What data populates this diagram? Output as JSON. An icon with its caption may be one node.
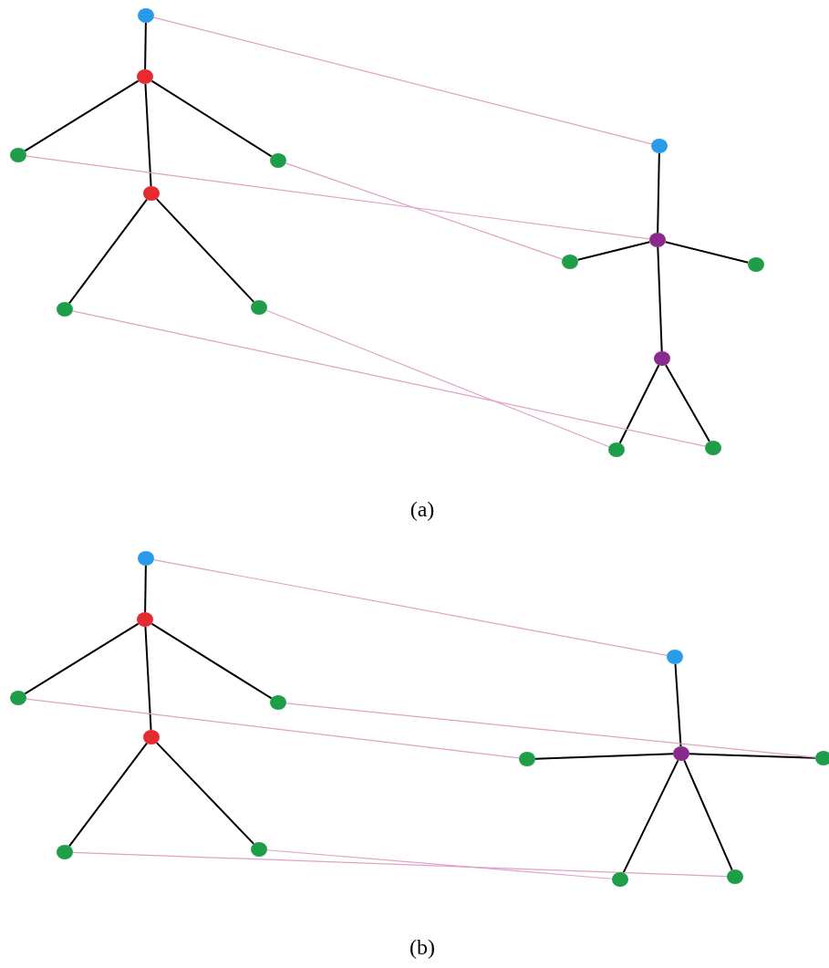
{
  "diagram": {
    "nodes": [
      {
        "text": [],
        "shape": "circle"
      },
      {
        "text": [],
        "shape": "circle"
      },
      {
        "text": [],
        "shape": "circle"
      },
      {
        "text": [],
        "shape": "circle"
      },
      {
        "text": [],
        "shape": "circle"
      },
      {
        "text": [],
        "shape": "circle"
      },
      {
        "text": [],
        "shape": "circle"
      },
      {
        "text": [],
        "shape": "circle"
      },
      {
        "text": [],
        "shape": "circle"
      },
      {
        "text": [],
        "shape": "circle"
      },
      {
        "text": [],
        "shape": "circle"
      },
      {
        "text": [],
        "shape": "circle"
      },
      {
        "text": [],
        "shape": "circle"
      },
      {
        "text": [],
        "shape": "circle"
      },
      {
        "text": [],
        "shape": "circle"
      },
      {
        "text": [],
        "shape": "circle"
      },
      {
        "text": [],
        "shape": "circle"
      },
      {
        "text": [],
        "shape": "circle"
      },
      {
        "text": [],
        "shape": "circle"
      },
      {
        "text": [],
        "shape": "circle"
      },
      {
        "text": [],
        "shape": "circle"
      },
      {
        "text": [],
        "shape": "circle"
      },
      {
        "text": [],
        "shape": "circle"
      },
      {
        "text": [],
        "shape": "circle"
      },
      {
        "text": [],
        "shape": "circle"
      },
      {
        "text": [],
        "shape": "circle"
      },
      {
        "text": [],
        "shape": "circle"
      }
    ],
    "edges": [
      {
        "from": 0,
        "to": 1,
        "arrow": "none"
      },
      {
        "from": 1,
        "to": 2,
        "arrow": "none"
      },
      {
        "from": 1,
        "to": 3,
        "arrow": "none"
      },
      {
        "from": 1,
        "to": 4,
        "arrow": "none"
      },
      {
        "from": 4,
        "to": 5,
        "arrow": "none"
      },
      {
        "from": 4,
        "to": 6,
        "arrow": "none"
      },
      {
        "from": 7,
        "to": 8,
        "arrow": "none"
      },
      {
        "from": 8,
        "to": 9,
        "arrow": "none"
      },
      {
        "from": 8,
        "to": 10,
        "arrow": "none"
      },
      {
        "from": 8,
        "to": 11,
        "arrow": "none"
      },
      {
        "from": 11,
        "to": 12,
        "arrow": "none"
      },
      {
        "from": 11,
        "to": 13,
        "arrow": "none"
      },
      {
        "from": 0,
        "to": 7,
        "arrow": "none",
        "color": "#e0a0c8"
      },
      {
        "from": 2,
        "to": 8,
        "arrow": "none",
        "color": "#e0a0c8"
      },
      {
        "from": 3,
        "to": 9,
        "arrow": "none",
        "color": "#e0a0c8"
      },
      {
        "from": 5,
        "to": 13,
        "arrow": "none",
        "color": "#e0a0c8"
      },
      {
        "from": 6,
        "to": 12,
        "arrow": "none",
        "color": "#e0a0c8"
      },
      {
        "from": 14,
        "to": 15,
        "arrow": "none"
      },
      {
        "from": 15,
        "to": 16,
        "arrow": "none"
      },
      {
        "from": 15,
        "to": 17,
        "arrow": "none"
      },
      {
        "from": 15,
        "to": 18,
        "arrow": "none"
      },
      {
        "from": 18,
        "to": 19,
        "arrow": "none"
      },
      {
        "from": 18,
        "to": 20,
        "arrow": "none"
      },
      {
        "from": 21,
        "to": 22,
        "arrow": "none"
      },
      {
        "from": 22,
        "to": 23,
        "arrow": "none"
      },
      {
        "from": 22,
        "to": 24,
        "arrow": "none"
      },
      {
        "from": 22,
        "to": 25,
        "arrow": "none"
      },
      {
        "from": 22,
        "to": 26,
        "arrow": "none"
      },
      {
        "from": 14,
        "to": 21,
        "arrow": "none",
        "color": "#e0a0c8"
      },
      {
        "from": 16,
        "to": 23,
        "arrow": "none",
        "color": "#e0a0c8"
      },
      {
        "from": 17,
        "to": 24,
        "arrow": "none",
        "color": "#e0a0c8"
      },
      {
        "from": 19,
        "to": 26,
        "arrow": "none",
        "color": "#e0a0c8"
      },
      {
        "from": 20,
        "to": 25,
        "arrow": "none",
        "color": "#e0a0c8"
      }
    ],
    "labels": [
      "(a)",
      "(b)"
    ]
  }
}
